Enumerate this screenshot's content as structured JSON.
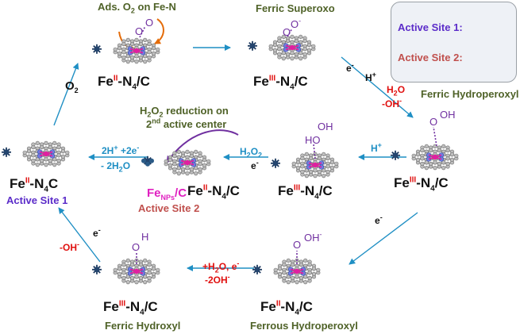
{
  "colors": {
    "arrow": "#1f8fc4",
    "green_label": "#4f6228",
    "red": "#e0100f",
    "purple": "#7030a0",
    "magenta": "#e020c0"
  },
  "legend": {
    "site1": "Active Site 1:",
    "site2": "Active Site 2:"
  },
  "labels": {
    "ads_o2_a": "Ads. O",
    "ads_o2_sub": "2",
    "ads_o2_b": " on Fe-N",
    "ferric_superoxo": "Ferric  Superoxo",
    "ferric_hydroperoxyl": "Ferric Hydroperoxyl",
    "ferric_hydroxyl": "Ferric Hydroxyl",
    "ferrous_hydroperoxyl": "Ferrous Hydroperoxyl",
    "h2o2_red_1a": "H",
    "h2o2_red_1b": "2",
    "h2o2_red_1c": "O",
    "h2o2_red_1d": "2",
    "h2o2_red_1e": " reduction on",
    "h2o2_red_2a": "2",
    "h2o2_red_2b": "nd",
    "h2o2_red_2c": " active center",
    "active_site_1": "Active Site 1",
    "active_site_2": "Active Site 2",
    "fenps_a": "Fe",
    "fenps_b": "NPs",
    "fenps_c": "/C"
  },
  "species": {
    "fe": "Fe",
    "n": "-N",
    "n4": "4",
    "c": "/C",
    "c_nos": "C",
    "ox_ii": "II",
    "ox_iii": "III"
  },
  "reagents": {
    "o2_a": "O",
    "o2_b": "2",
    "e": "e",
    "minus": "-",
    "hplus_a": "H",
    "hplus_b": "+",
    "h2o_a": "H",
    "h2o_b": "2",
    "h2o_c": "O",
    "oh_minus": "-OH",
    "two_h_a": "2H",
    "two_h_b": "+",
    "two_h_c": " +2e",
    "minus_2h2o_a": "- 2H",
    "minus_2h2o_b": "2",
    "minus_2h2o_c": "O",
    "h2o2_a": "H",
    "h2o2_b": "2",
    "h2o2_c": "O",
    "h2o2_d": "2",
    "plus_h2o_a": "+H",
    "plus_h2o_b": "2",
    "plus_h2o_c": "O, e",
    "minus_2oh": "-2OH"
  },
  "adsorbates": {
    "o": "O",
    "oh": "OH",
    "h": "H",
    "ho": "HO",
    "ominus": "-"
  }
}
